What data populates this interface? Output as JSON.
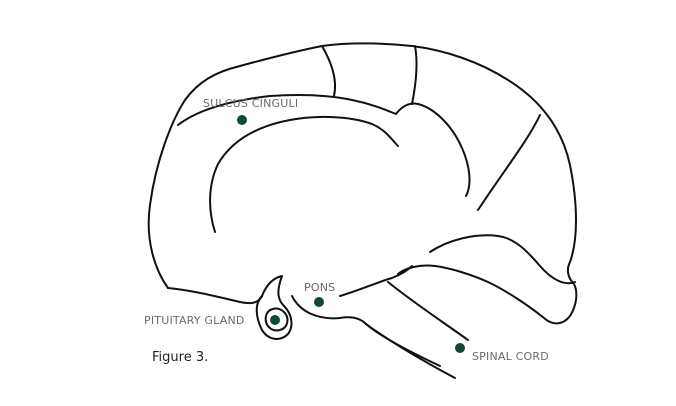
{
  "labels": {
    "sulcus_cinguli": "SULCUS CINGULI",
    "pons": "PONS",
    "pituitary_gland": "PITUITARY GLAND",
    "spinal_cord": "SPINAL CORD"
  },
  "caption": "Figure 3.",
  "colors": {
    "marker": "#0e4a34",
    "label": "#6b6b6b",
    "outline": "#111111"
  }
}
